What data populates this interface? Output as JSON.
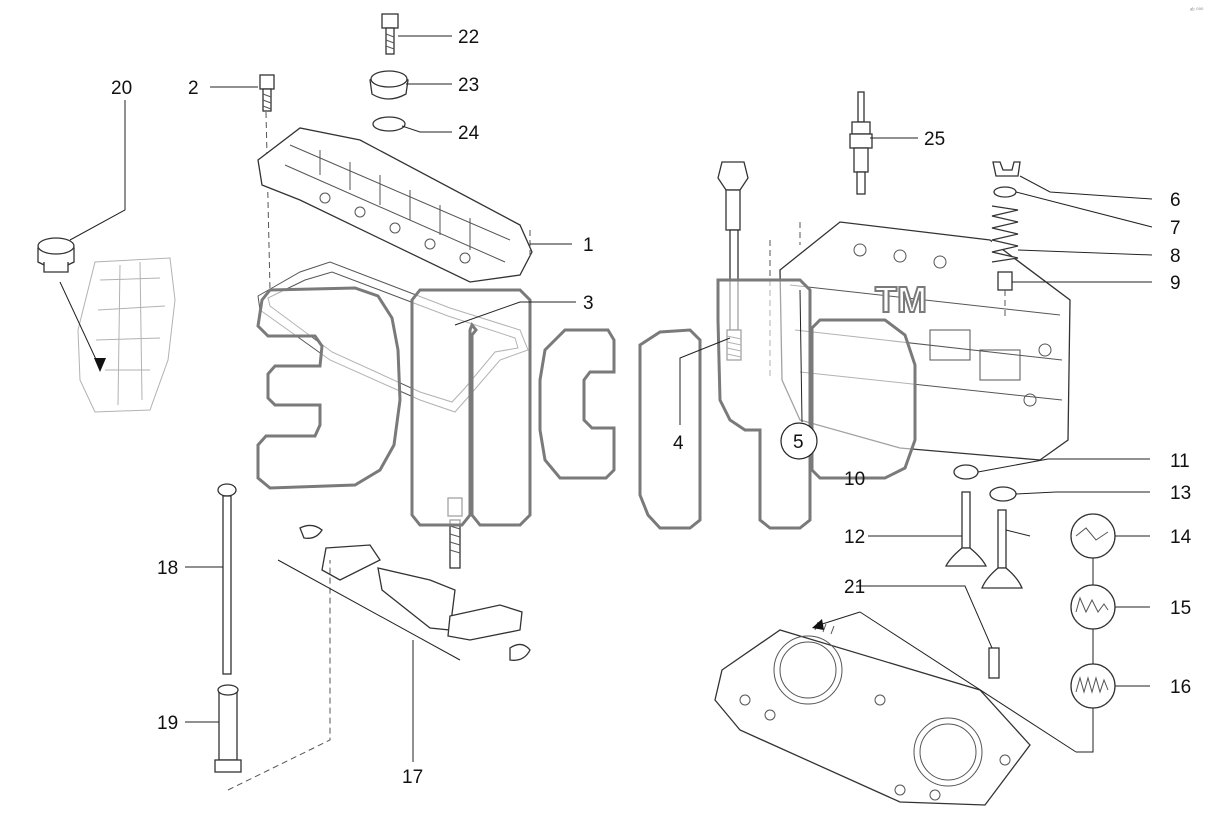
{
  "diagram": {
    "corner_mark": "ᵃᵇ ⁰⁰⁰",
    "watermark": {
      "logo_text": "ЭПСР",
      "trademark": "TM"
    },
    "callouts": [
      "1",
      "2",
      "3",
      "4",
      "5",
      "6",
      "7",
      "8",
      "9",
      "10",
      "11",
      "12",
      "13",
      "14",
      "15",
      "16",
      "17",
      "18",
      "19",
      "20",
      "21",
      "22",
      "23",
      "24",
      "25"
    ]
  }
}
